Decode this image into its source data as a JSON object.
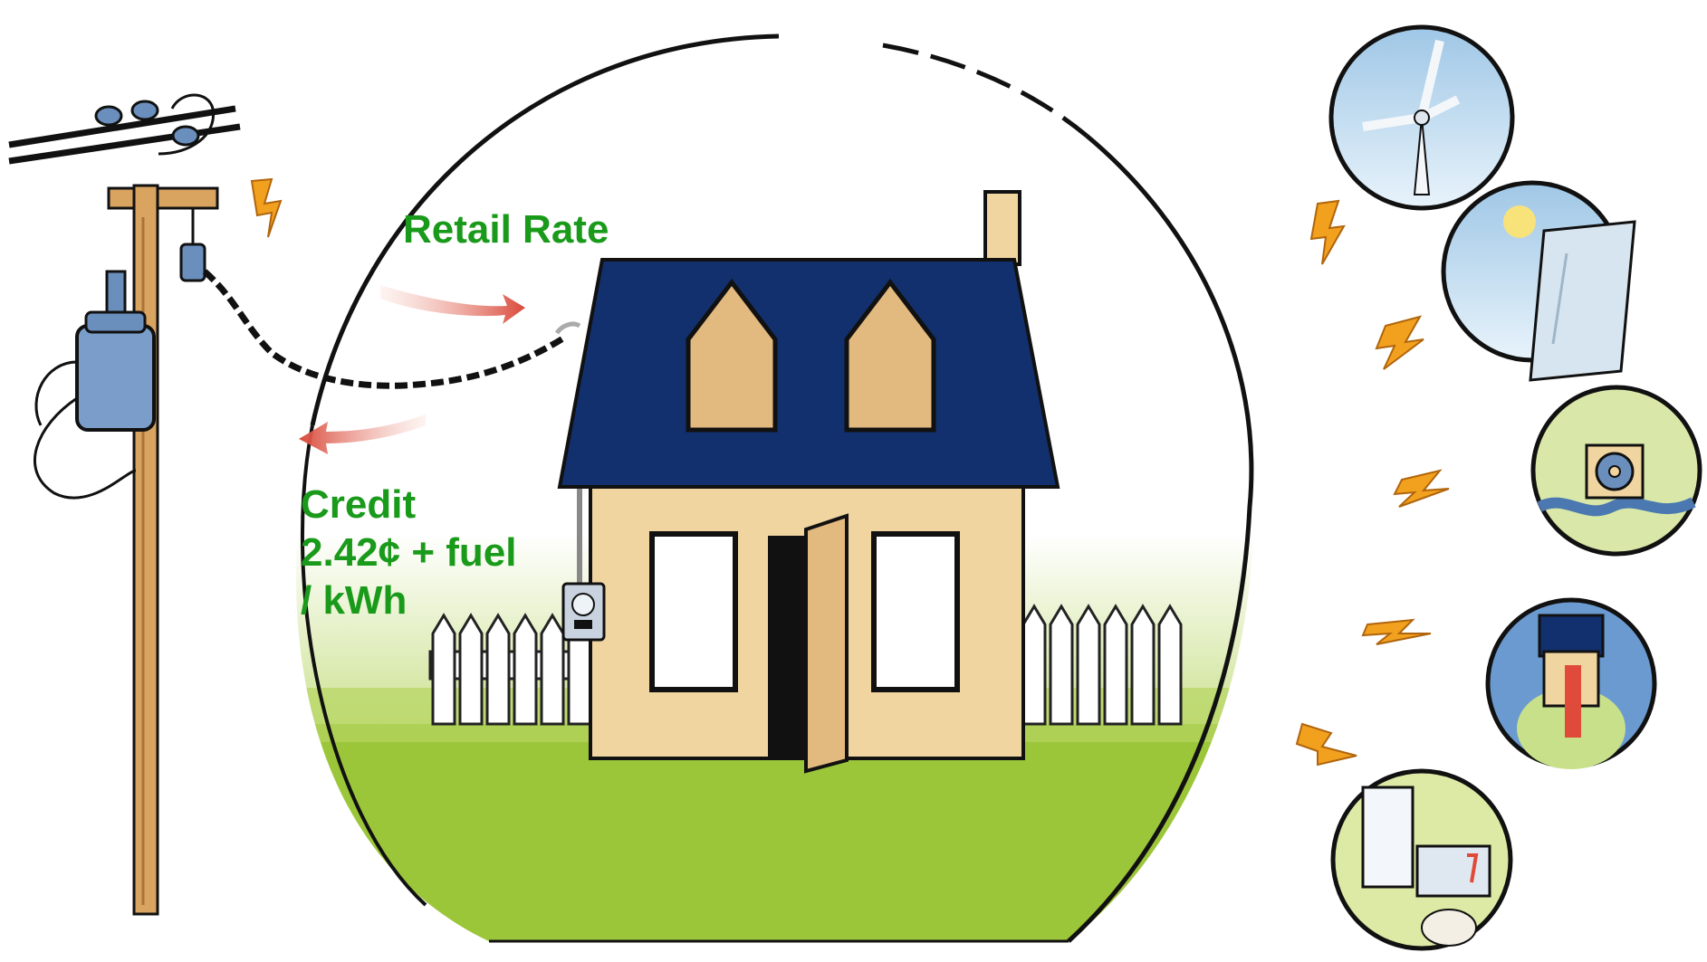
{
  "labels": {
    "retail_rate": "Retail Rate",
    "credit_lines": [
      "Credit",
      "2.42¢ + fuel",
      "/ kWh"
    ]
  },
  "colors": {
    "label_text": "#1a9a1a",
    "roof": "#12306e",
    "house_wall": "#f1d5a0",
    "grass": "#9cc63a",
    "arrow": "#d9493a",
    "bolt": "#f2a11f",
    "pole": "#d9a360",
    "meter_body": "#7a9ec9"
  },
  "icons": [
    "wind-turbine-icon",
    "solar-panel-icon",
    "water-turbine-icon",
    "chp-building-icon",
    "generator-icon"
  ]
}
